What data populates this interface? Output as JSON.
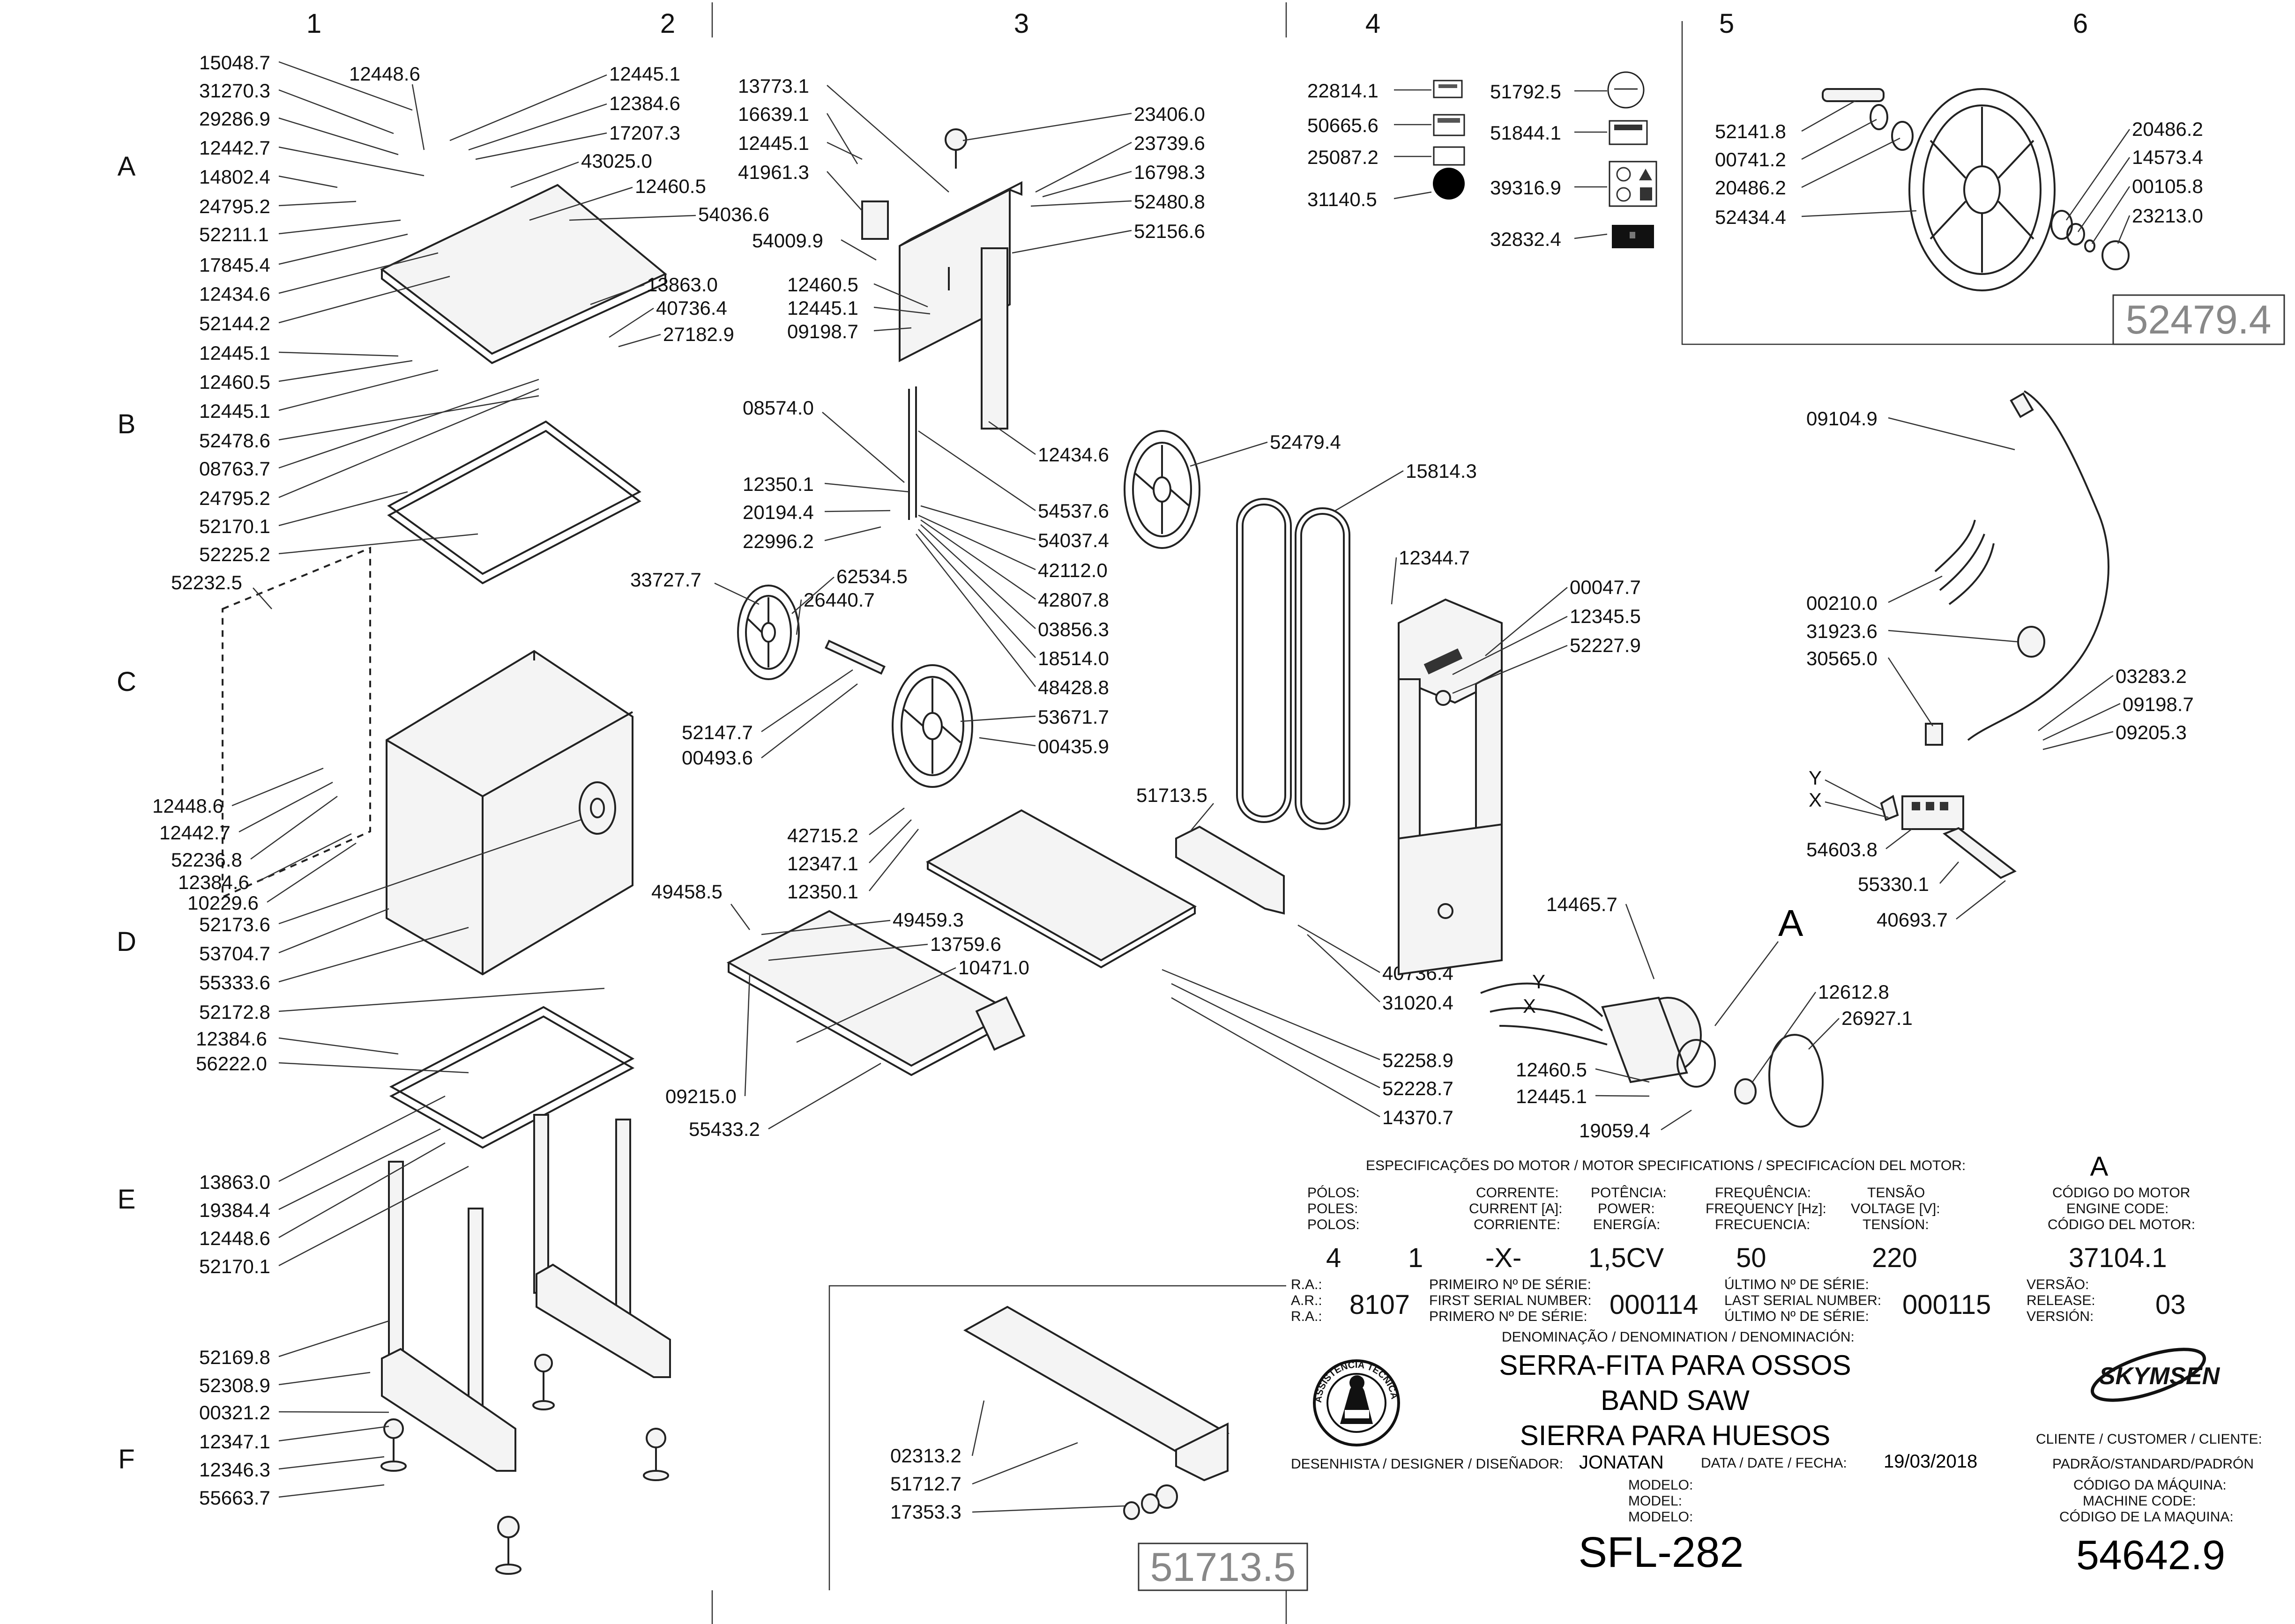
{
  "grid": {
    "columns": [
      "1",
      "2",
      "3",
      "4",
      "5",
      "6"
    ],
    "rows": [
      "A",
      "B",
      "C",
      "D",
      "E",
      "F"
    ]
  },
  "callouts_column_1": [
    "15048.7",
    "31270.3",
    "29286.9",
    "12442.7",
    "14802.4",
    "24795.2",
    "52211.1",
    "17845.4",
    "12434.6",
    "52144.2",
    "12445.1",
    "12460.5",
    "12445.1",
    "52478.6",
    "08763.7",
    "24795.2",
    "52170.1",
    "52225.2",
    "52232.5",
    "12448.6",
    "12442.7",
    "52236.8",
    "12384.6",
    "10229.6",
    "52173.6",
    "53704.7",
    "55333.6",
    "52172.8",
    "12384.6",
    "56222.0",
    "13863.0",
    "19384.4",
    "12448.6",
    "52170.1",
    "52169.8",
    "52308.9",
    "00321.2",
    "12347.1",
    "12346.3",
    "55663.7"
  ],
  "callouts_column_2": [
    "12448.6",
    "12445.1",
    "12384.6",
    "17207.3",
    "43025.0",
    "12460.5",
    "54036.6",
    "13863.0",
    "40736.4",
    "27182.9"
  ],
  "callouts_column_3": [
    "13773.1",
    "16639.1",
    "12445.1",
    "41961.3",
    "54009.9",
    "12460.5",
    "12445.1",
    "09198.7",
    "23406.0",
    "23739.6",
    "16798.3",
    "52480.8",
    "52156.6",
    "08574.0",
    "12350.1",
    "20194.4",
    "22996.2",
    "12434.6",
    "54537.6",
    "54037.4",
    "42112.0",
    "42807.8",
    "03856.3",
    "18514.0",
    "48428.8",
    "53671.7",
    "00435.9",
    "33727.7",
    "62534.5",
    "26440.7",
    "52147.7",
    "00493.6",
    "52479.4",
    "42715.2",
    "12347.1",
    "12350.1",
    "49458.5",
    "49459.3",
    "13759.6",
    "10471.0",
    "09215.0",
    "55433.2",
    "51713.5",
    "52258.9",
    "52228.7",
    "14370.7",
    "40736.4",
    "31020.4"
  ],
  "callouts_column_4": [
    "22814.1",
    "50665.6",
    "25087.2",
    "31140.5",
    "51792.5",
    "51844.1",
    "39316.9",
    "32832.4",
    "15814.3",
    "12344.7",
    "00047.7",
    "12345.5",
    "52227.9",
    "14465.7",
    "12460.5",
    "12445.1",
    "19059.4",
    "12612.8",
    "26927.1"
  ],
  "callouts_column_5_6": [
    "52141.8",
    "00741.2",
    "20486.2",
    "52434.4",
    "20486.2",
    "14573.4",
    "00105.8",
    "23213.0",
    "09104.9",
    "00210.0",
    "31923.6",
    "30565.0",
    "03283.2",
    "09198.7",
    "09205.3",
    "54603.8",
    "55330.1",
    "40693.7"
  ],
  "electrical_axes": {
    "y": "Y",
    "x": "X"
  },
  "detail_boxes": {
    "wheel_assembly": "52479.4",
    "fence_assembly": "51713.5"
  },
  "fence_callouts": [
    "02313.2",
    "51712.7",
    "17353.3"
  ],
  "motor_mark": "A",
  "motor_spec": {
    "title": "ESPECIFICAÇÕES DO MOTOR / MOTOR SPECIFICATIONS / SPECIFICACÍON DEL MOTOR:",
    "motor_letter": "A",
    "poles_label": [
      "PÓLOS:",
      "POLES:",
      "POLOS:"
    ],
    "current_label": [
      "CORRENTE:",
      "CURRENT [A]:",
      "CORRIENTE:"
    ],
    "power_label": [
      "POTÊNCIA:",
      "POWER:",
      "ENERGÍA:"
    ],
    "frequency_label": [
      "FREQUÊNCIA:",
      "FREQUENCY [Hz]:",
      "FRECUENCIA:"
    ],
    "voltage_label": [
      "TENSÃO",
      "VOLTAGE [V]:",
      "TENSÍON:"
    ],
    "engine_code_label": [
      "CÓDIGO DO MOTOR",
      "ENGINE CODE:",
      "CÓDIGO DEL MOTOR:"
    ],
    "poles": "4",
    "phases": "1",
    "current": "-X-",
    "power": "1,5CV",
    "frequency": "50",
    "voltage": "220",
    "engine_code": "37104.1"
  },
  "title_block": {
    "ra_labels": [
      "R.A.:",
      "A.R.:",
      "R.A.:"
    ],
    "ra_value": "8107",
    "first_serial_label": [
      "PRIMEIRO Nº DE SÉRIE:",
      "FIRST SERIAL NUMBER:",
      "PRIMERO Nº DE SÉRIE:"
    ],
    "first_serial": "000114",
    "last_serial_label": [
      "ÚLTIMO Nº DE SÉRIE:",
      "LAST SERIAL NUMBER:",
      "ÚLTIMO Nº DE SÉRIE:"
    ],
    "last_serial": "000115",
    "version_label": [
      "VERSÃO:",
      "RELEASE:",
      "VERSIÓN:"
    ],
    "version": "03",
    "denomination_label": "DENOMINAÇÃO / DENOMINATION / DENOMINACIÓN:",
    "denomination": [
      "SERRA-FITA PARA OSSOS",
      "BAND SAW",
      "SIERRA PARA HUESOS"
    ],
    "brand": "SKYMSEN",
    "seal_text": "ASSISTÊNCIA TÉCNICA AUTORIZADA",
    "designer_label": "DESENHISTA / DESIGNER / DISEÑADOR:",
    "designer": "JONATAN",
    "date_label": "DATA / DATE / FECHA:",
    "date": "19/03/2018",
    "client_label": "CLIENTE / CUSTOMER / CLIENTE:",
    "client": "PADRÃO/STANDARD/PADRÓN",
    "model_label": [
      "MODELO:",
      "MODEL:",
      "MODELO:"
    ],
    "model": "SFL-282",
    "machine_code_label": [
      "CÓDIGO DA MÁQUINA:",
      "MACHINE CODE:",
      "CÓDIGO DE LA MAQUINA:"
    ],
    "machine_code": "54642.9"
  }
}
